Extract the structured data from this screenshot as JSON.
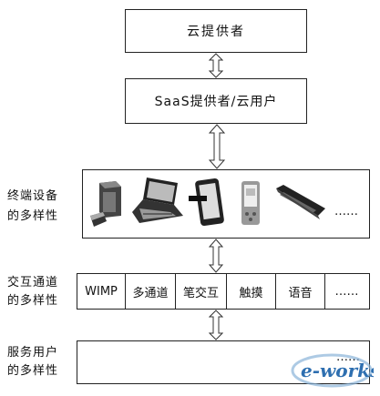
{
  "nodes": {
    "cloud_provider": "云提供者",
    "saas_provider_user": "SaaS提供者/云用户"
  },
  "side_labels": {
    "terminal_line1": "终端设备",
    "terminal_line2": "的多样性",
    "interaction_line1": "交互通道",
    "interaction_line2": "的多样性",
    "service_line1": "服务用户",
    "service_line2": "的多样性"
  },
  "terminal_devices": {
    "icons": [
      "desktop-computer-icon",
      "laptop-icon",
      "tablet-pc-icon",
      "pda-icon",
      "mobile-phone-icon"
    ],
    "more": "……"
  },
  "channels": [
    "WIMP",
    "多通道",
    "笔交互",
    "触摸",
    "语音",
    "……"
  ],
  "service_users": {
    "more": "……"
  },
  "watermark": {
    "text": "e-works"
  }
}
